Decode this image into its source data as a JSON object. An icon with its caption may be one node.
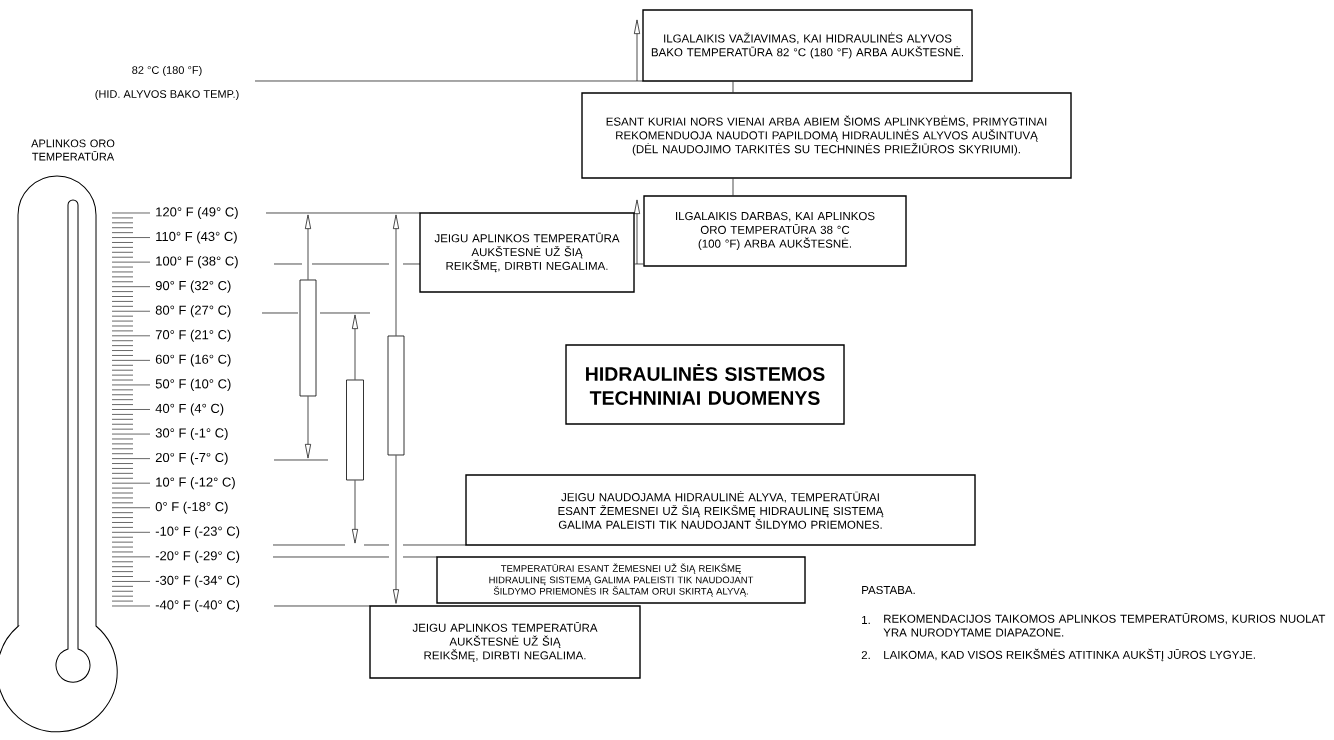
{
  "diagram": {
    "title": "HIDRAULINĖS SISTEMOS TECHNINIAI DUOMENYS",
    "nodes": [
      {
        "text": [
          "ILGALAIKIS VAŽIAVIMAS, KAI HIDRAULINĖS ALYVOS BAKO TEMPERATŪRA 82 °C (180 °F) ARBA AUKŠTESNĖ."
        ]
      },
      {
        "text": [
          "ESANT KURIAI NORS VIENAI ARBA ABIEM ŠIOMS APLINKYBĖMS, PRIMYGTINAI REKOMENDUOJA NAUDOTI PAPILDOMĄ HIDRAULINĖS ALYVOS AUŠINTUVĄ (DĖL NAUDOJIMO TARKITĖS SU TECHNINĖS PRIEŽIŪROS SKYRIUMI)."
        ]
      },
      {
        "text": [
          "ILGALAIKIS DARBAS, KAI APLINKOS ORO TEMPERATŪRA 38 °C (100 °F) ARBA AUKŠTESNĖ."
        ]
      },
      {
        "text": [
          "JEIGU APLINKOS TEMPERATŪRA AUKŠTESNĖ UŽ ŠIĄ REIKŠMĘ, DIRBTI NEGALIMA."
        ]
      },
      {
        "text": [
          "JEIGU NAUDOJAMA HIDRAULINĖ ALYVA, TEMPERATŪRAI ESANT ŽEMESNEI UŽ ŠIĄ REIKŠMĘ HIDRAULINĘ SISTEMĄ GALIMA PALEISTI TIK NAUDOJANT ŠILDYMO PRIEMONES."
        ]
      },
      {
        "text": [
          "TEMPERATŪRAI ESANT ŽEMESNEI UŽ ŠIĄ REIKŠMĘ HIDRAULINĘ SISTEMĄ GALIMA PALEISTI TIK NAUDOJANT ŠILDYMO PRIEMONĖS IR ŠALTAM ORUI SKIRTĄ ALYVĄ."
        ]
      },
      {
        "text": [
          "JEIGU APLINKOS TEMPERATŪRA AUKŠTESNĖ UŽ ŠIĄ REIKŠMĘ, DIRBTI NEGALIMA."
        ]
      },
      {
        "text": [],
        "shape": "bar"
      },
      {
        "text": [],
        "shape": "bar"
      },
      {
        "text": [],
        "shape": "bar"
      }
    ],
    "edges": [
      {
        "from": 0,
        "to": 1,
        "arrow": "none"
      },
      {
        "from": 1,
        "to": 2,
        "arrow": "none"
      },
      {
        "from": 7,
        "to": null,
        "arrow": "to"
      },
      {
        "from": 7,
        "to": null,
        "arrow": "to"
      },
      {
        "from": 8,
        "to": null,
        "arrow": "to"
      },
      {
        "from": 8,
        "to": null,
        "arrow": "to"
      },
      {
        "from": 9,
        "to": null,
        "arrow": "to"
      },
      {
        "from": 9,
        "to": 6,
        "arrow": "to"
      },
      {
        "from": 3,
        "to": 2,
        "arrow": "none"
      }
    ],
    "labels": [
      "82 °C (180 °F)",
      "(HID. ALYVOS BAKO TEMP.)",
      "APLINKOS ORO TEMPERATŪRA",
      "120° F (49° C)",
      "110° F (43° C)",
      "100° F (38° C)",
      "90° F (32° C)",
      "80° F (27° C)",
      "70° F (21° C)",
      "60° F (16° C)",
      "50° F (10° C)",
      "40° F (4° C)",
      "30° F (-1° C)",
      "20° F (-7° C)",
      "10° F (-12° C)",
      "0° F (-18° C)",
      "-10° F (-23° C)",
      "-20° F (-29° C)",
      "-30° F (-34° C)",
      "-40° F (-40° C)",
      "PASTABA.",
      "1.",
      "REKOMENDACIJOS TAIKOMOS APLINKOS TEMPERATŪROMS, KURIOS NUOLAT YRA NURODYTAME DIAPAZONE.",
      "2.",
      "LAIKOMA, KAD VISOS REIKŠMĖS ATITINKA AUKŠTĮ JŪROS LYGYJE."
    ]
  }
}
